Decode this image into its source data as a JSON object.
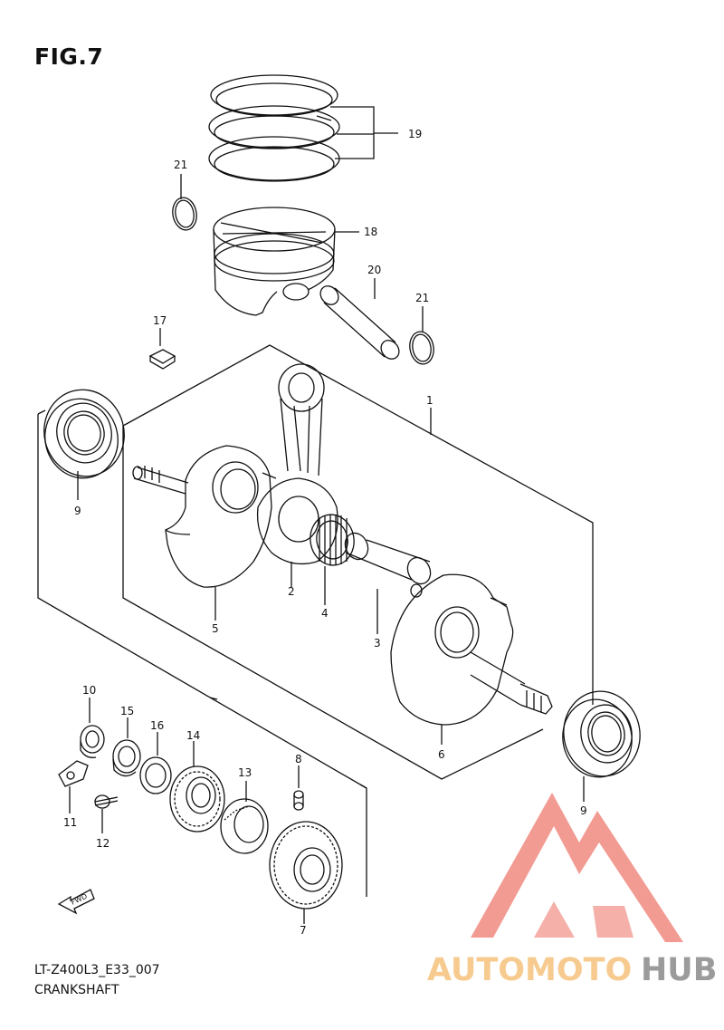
{
  "figure": {
    "title": "FIG.7",
    "code": "LT-Z400L3_E33_007",
    "name": "CRANKSHAFT"
  },
  "callouts": {
    "c1": "1",
    "c2": "2",
    "c3": "3",
    "c4": "4",
    "c5": "5",
    "c6": "6",
    "c7": "7",
    "c8": "8",
    "c9a": "9",
    "c9b": "9",
    "c10": "10",
    "c11": "11",
    "c12": "12",
    "c13": "13",
    "c14": "14",
    "c15": "15",
    "c16": "16",
    "c17": "17",
    "c18": "18",
    "c19": "19",
    "c20": "20",
    "c21a": "21",
    "c21b": "21"
  },
  "fwd_label": "FWD",
  "watermark": {
    "part1": "AUTOMOTO",
    "part2": "HUB"
  },
  "colors": {
    "line": "#111111",
    "watermark_red": "#f08a80",
    "watermark_orange": "#f6c27c",
    "watermark_gray": "#8a8a8a"
  }
}
